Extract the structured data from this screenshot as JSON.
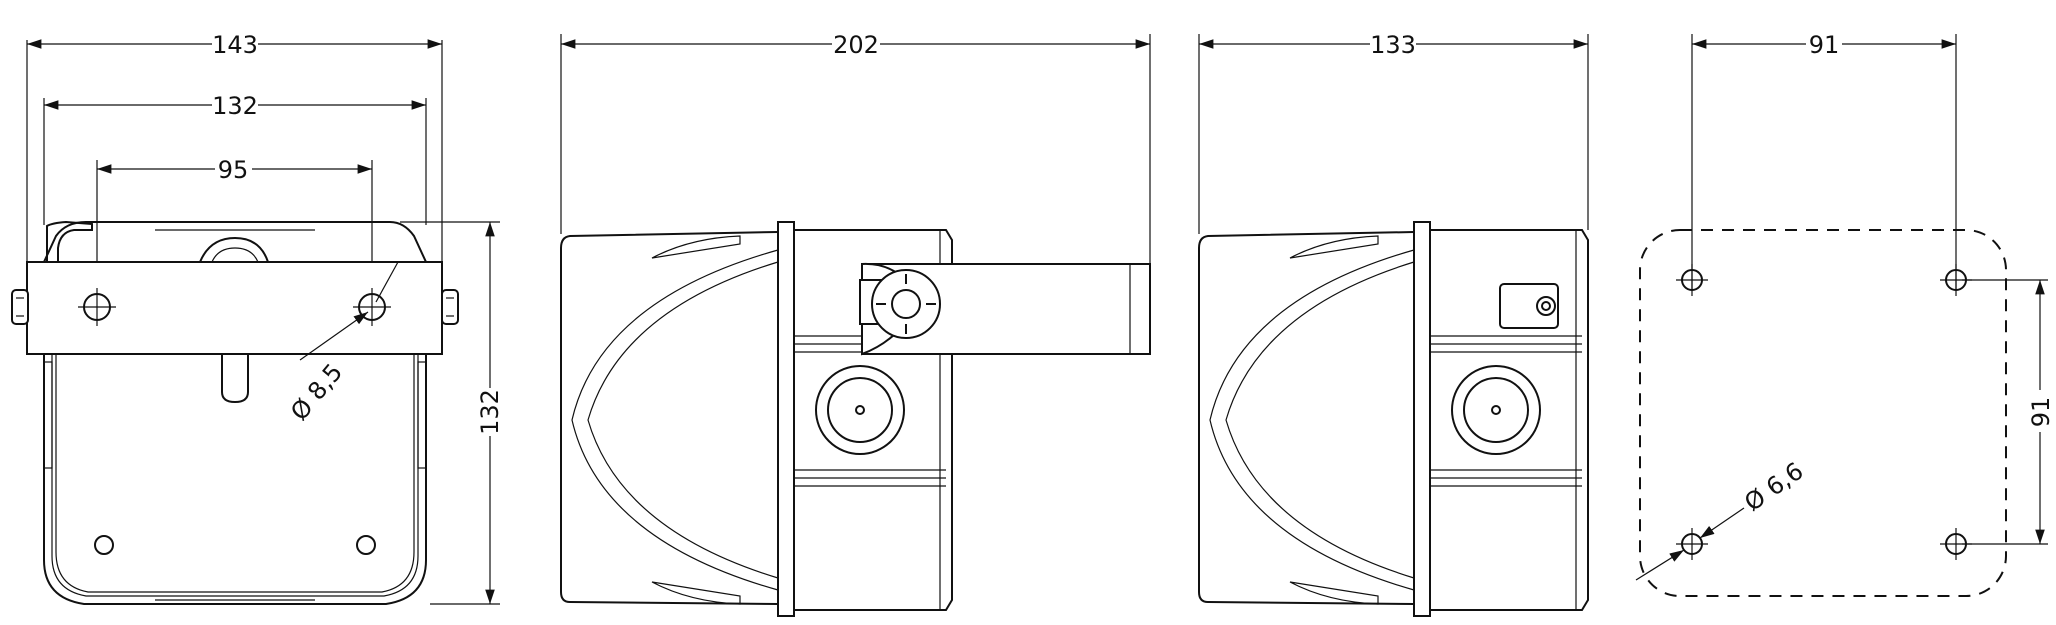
{
  "views": {
    "front": {
      "width_overall": "143",
      "width_body": "132",
      "hole_spacing": "95",
      "hole_diameter": "Ø 8,5",
      "height": "132"
    },
    "side_with_bracket": {
      "depth_overall": "202"
    },
    "side": {
      "depth": "133"
    },
    "mounting": {
      "hole_spacing_horizontal": "91",
      "hole_spacing_vertical": "91",
      "hole_diameter": "Ø 6,6"
    }
  }
}
